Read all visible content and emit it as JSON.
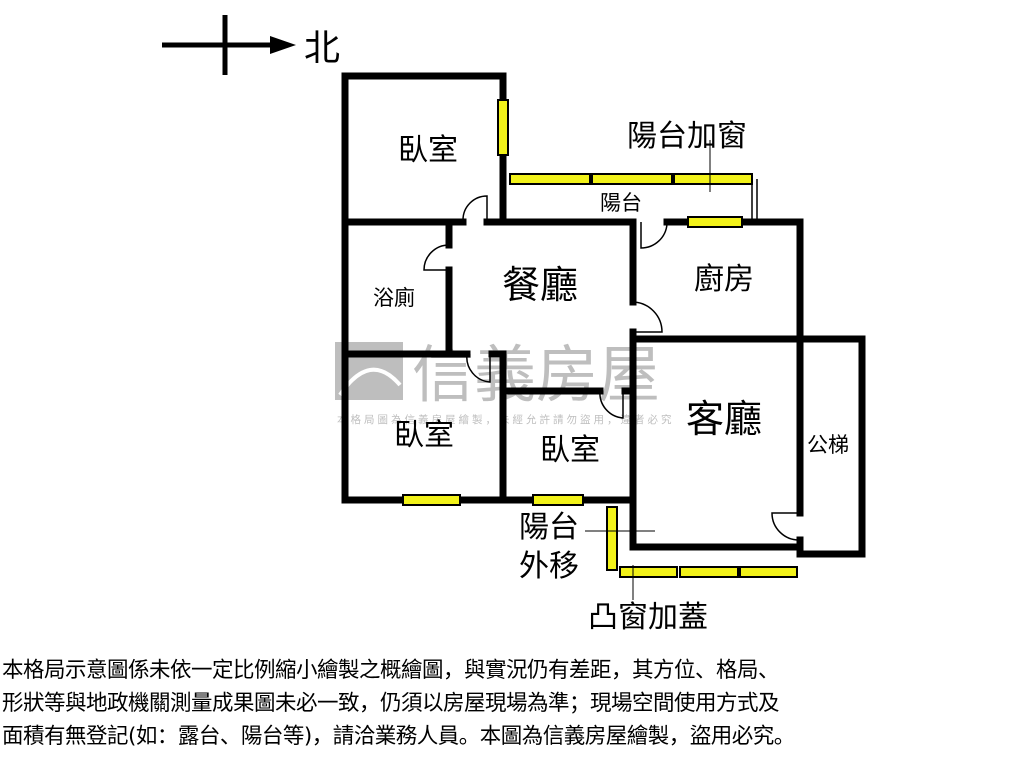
{
  "compass": {
    "label": "北"
  },
  "rooms": {
    "bedroom_top": "臥室",
    "bath": "浴廁",
    "dining": "餐廳",
    "kitchen": "廚房",
    "living": "客廳",
    "bedroom_left": "臥室",
    "bedroom_mid": "臥室",
    "balcony": "陽台",
    "stairs": "公梯"
  },
  "annotations": {
    "balcony_window": "陽台加窗",
    "balcony_moved_1": "陽台",
    "balcony_moved_2": "外移",
    "bay_window": "凸窗加蓋"
  },
  "watermark": {
    "brand": "信義房屋",
    "small": "本格局圖為信義房屋繪製，未經允許請勿盜用，違者必究"
  },
  "colors": {
    "wall": "#000000",
    "window": "#f2f21a",
    "watermark": "#9a9a9a"
  },
  "disclaimer": [
    "本格局示意圖係未依一定比例縮小繪製之概繪圖，與實況仍有差距，其方位、格局、",
    "形狀等與地政機關測量成果圖未必一致，仍須以房屋現場為準；現場空間使用方式及",
    "面積有無登記(如：露台、陽台等)，請洽業務人員。本圖為信義房屋繪製，盜用必究。"
  ]
}
